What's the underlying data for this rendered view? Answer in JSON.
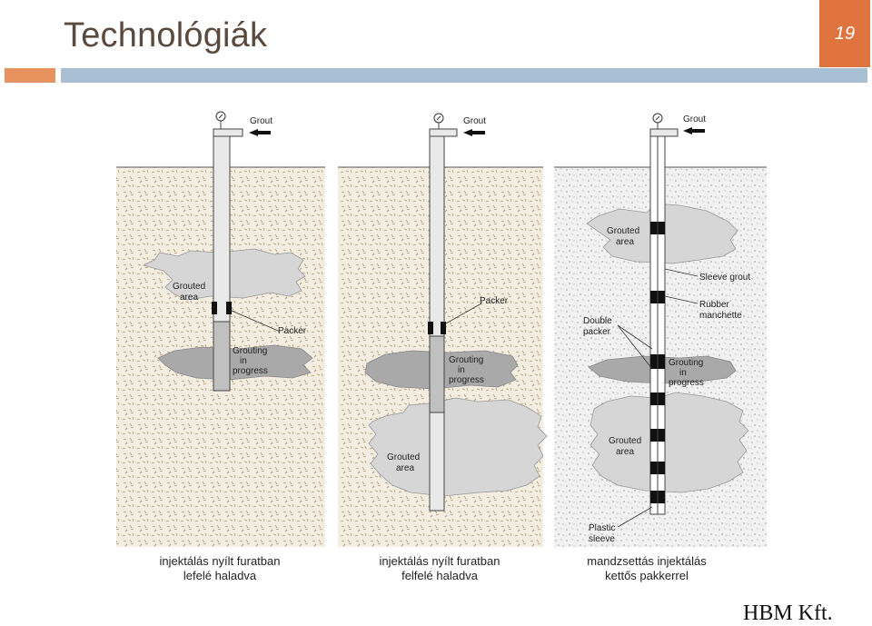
{
  "slide": {
    "title": "Technológiák",
    "page_number": "19",
    "footer": "HBM Kft."
  },
  "panels": [
    {
      "grout_label": "Grout",
      "labels": [
        "Grouted",
        "area",
        "Packer",
        "Grouting",
        "in",
        "progress"
      ],
      "caption_line1": "injektálás nyílt furatban",
      "caption_line2": "lefelé haladva"
    },
    {
      "grout_label": "Grout",
      "labels": [
        "Packer",
        "Grouting",
        "in",
        "progress",
        "Grouted",
        "area"
      ],
      "caption_line1": "injektálás nyílt furatban",
      "caption_line2": "felfelé haladva"
    },
    {
      "grout_label": "Grout",
      "labels": [
        "Grouted",
        "area",
        "Sleeve grout",
        "Rubber",
        "manchette",
        "Double",
        "packer",
        "Grouting",
        "in",
        "progress",
        "Grouted",
        "area",
        "Plastic",
        "sleeve"
      ],
      "caption_line1": "mandzsettás injektálás",
      "caption_line2": "kettős pakkerrel"
    }
  ],
  "colors": {
    "title": "#5a4a3e",
    "accent_orange": "#e0743e",
    "bar_blue": "#a9bfd3",
    "soil": "#f3ede2",
    "grouted_area": "#d6d6d6",
    "grouting_in_progress": "#a9a9a9"
  }
}
